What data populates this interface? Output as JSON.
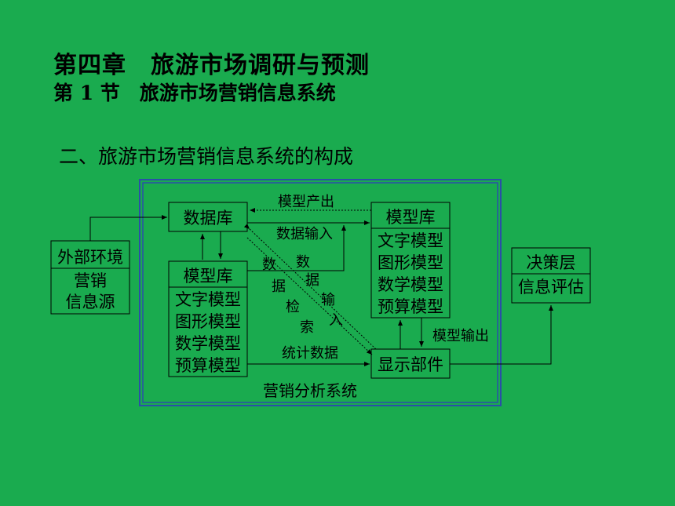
{
  "chapter_title": "第四章　旅游市场调研与预测",
  "section_title": "第 1 节　旅游市场营销信息系统",
  "heading": "二、旅游市场营销信息系统的构成",
  "diagram": {
    "system_label": "营销分析系统",
    "external": [
      "外部环境",
      "营销",
      "信息源"
    ],
    "database": "数据库",
    "model_lib_left": [
      "模型库",
      "文字模型",
      "图形模型",
      "数学模型",
      "预算模型"
    ],
    "model_lib_right": [
      "模型库",
      "文字模型",
      "图形模型",
      "数学模型",
      "预算模型"
    ],
    "display": "显示部件",
    "decision": [
      "决策层",
      "信息评估"
    ],
    "edges": {
      "model_output_top": "模型产出",
      "data_input_top": "数据输入",
      "data_retrieval": [
        "数",
        "据",
        "检",
        "索"
      ],
      "data_input_diag": [
        "数",
        "据",
        "输",
        "入"
      ],
      "stat_data": "统计数据",
      "model_output_right": "模型输出"
    }
  }
}
